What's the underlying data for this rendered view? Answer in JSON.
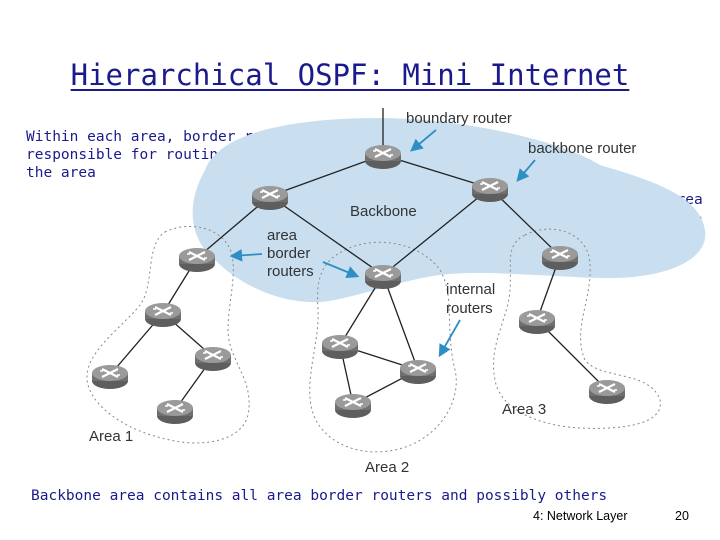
{
  "slide": {
    "title": "Hierarchical OSPF: Mini Internet",
    "note_left": "Within each area, border router responsible for routing outside the area",
    "note_right": "Exactly one area is backbone area",
    "note_bottom": "Backbone area contains all area border routers and possibly others",
    "footer": "4: Network Layer",
    "page_number": "20"
  },
  "diagram": {
    "labels": {
      "boundary_router": "boundary router",
      "backbone_router": "backbone router",
      "backbone": "Backbone",
      "area_border_1": "area",
      "area_border_2": "border",
      "area_border_3": "routers",
      "internal_1": "internal",
      "internal_2": "routers",
      "area1": "Area 1",
      "area2": "Area 2",
      "area3": "Area 3"
    },
    "colors": {
      "backbone_fill": "#c9dff0",
      "router_fill": "#8c8c8c",
      "arrow": "#2d8fc4",
      "text_blue": "#1a1a8c"
    }
  }
}
